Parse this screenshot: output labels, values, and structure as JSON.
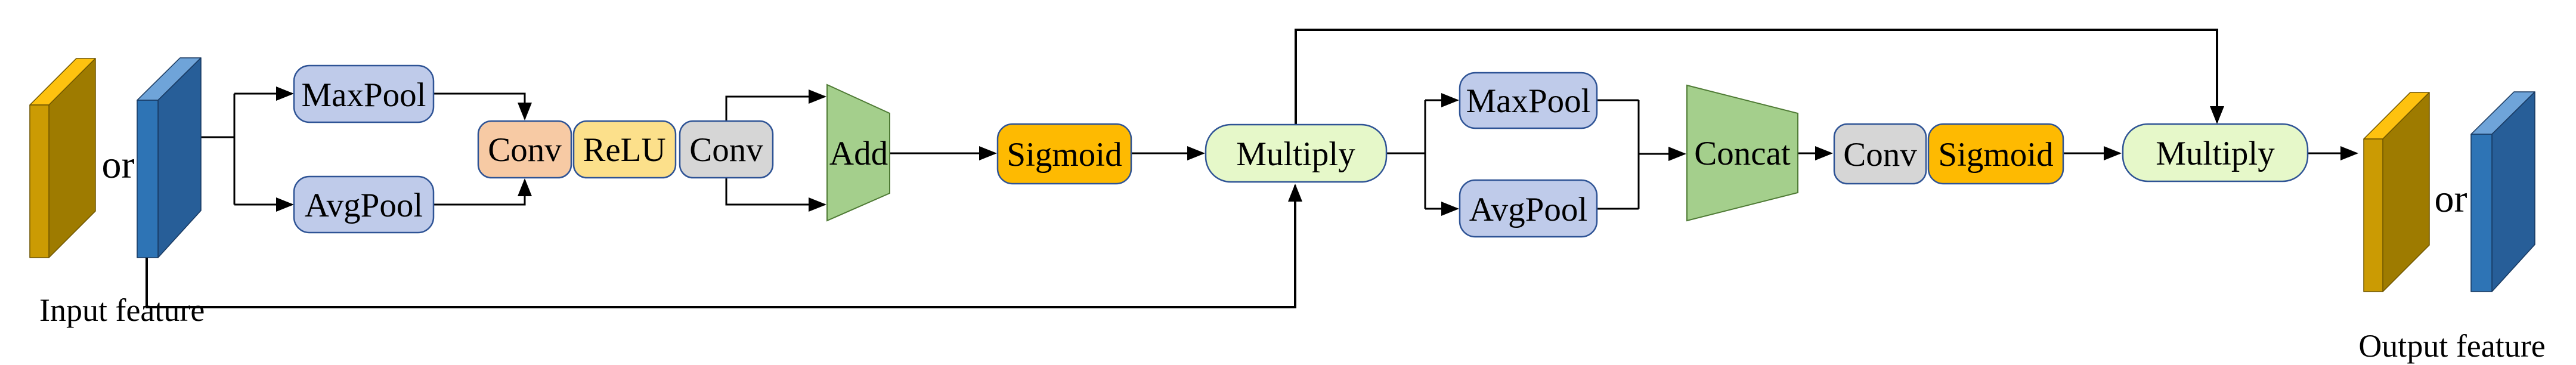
{
  "labels": {
    "input_feature": "Input feature",
    "output_feature": "Output feature",
    "or_left": "or",
    "or_right": "or",
    "maxpool_1": "MaxPool",
    "avgpool_1": "AvgPool",
    "conv_1": "Conv",
    "relu": "ReLU",
    "conv_2": "Conv",
    "add": "Add",
    "sigmoid_1": "Sigmoid",
    "multiply_1": "Multiply",
    "maxpool_2": "MaxPool",
    "avgpool_2": "AvgPool",
    "concat": "Concat",
    "conv_3": "Conv",
    "sigmoid_2": "Sigmoid",
    "multiply_2": "Multiply"
  },
  "colors": {
    "pool": "#BFCBEA",
    "conv_first": "#F7CAA4",
    "relu": "#FCE08B",
    "conv_gray": "#D6D6D6",
    "trapezoid_green": "#A4CF8C",
    "sigmoid_amber": "#FEBA01",
    "multiply_green": "#E6F8C9",
    "gold_top": "#FEC20F",
    "gold_front": "#CB9B03",
    "gold_side": "#9E7B00",
    "blue_top": "#6FA4D9",
    "blue_front": "#2E74B5",
    "blue_side": "#275E98",
    "line": "#000000"
  }
}
